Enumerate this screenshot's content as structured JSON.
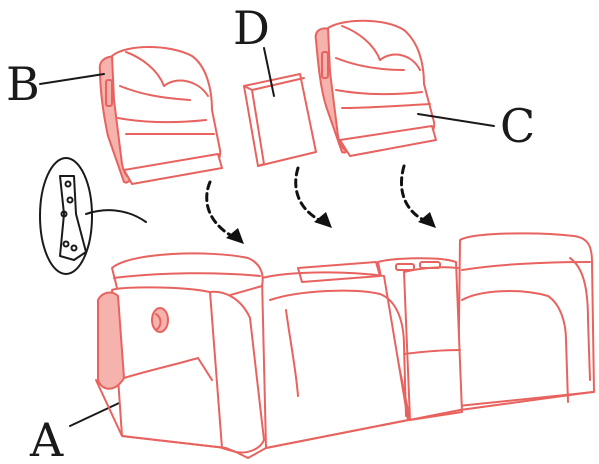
{
  "labels": {
    "a": "A",
    "b": "B",
    "c": "C",
    "d": "D"
  },
  "colors": {
    "outline": "#e8635f",
    "fill_side": "#f6b3ae",
    "ink": "#1a1a1a"
  },
  "icons": [
    "bracket-detail-icon",
    "arrow-down-icon"
  ]
}
